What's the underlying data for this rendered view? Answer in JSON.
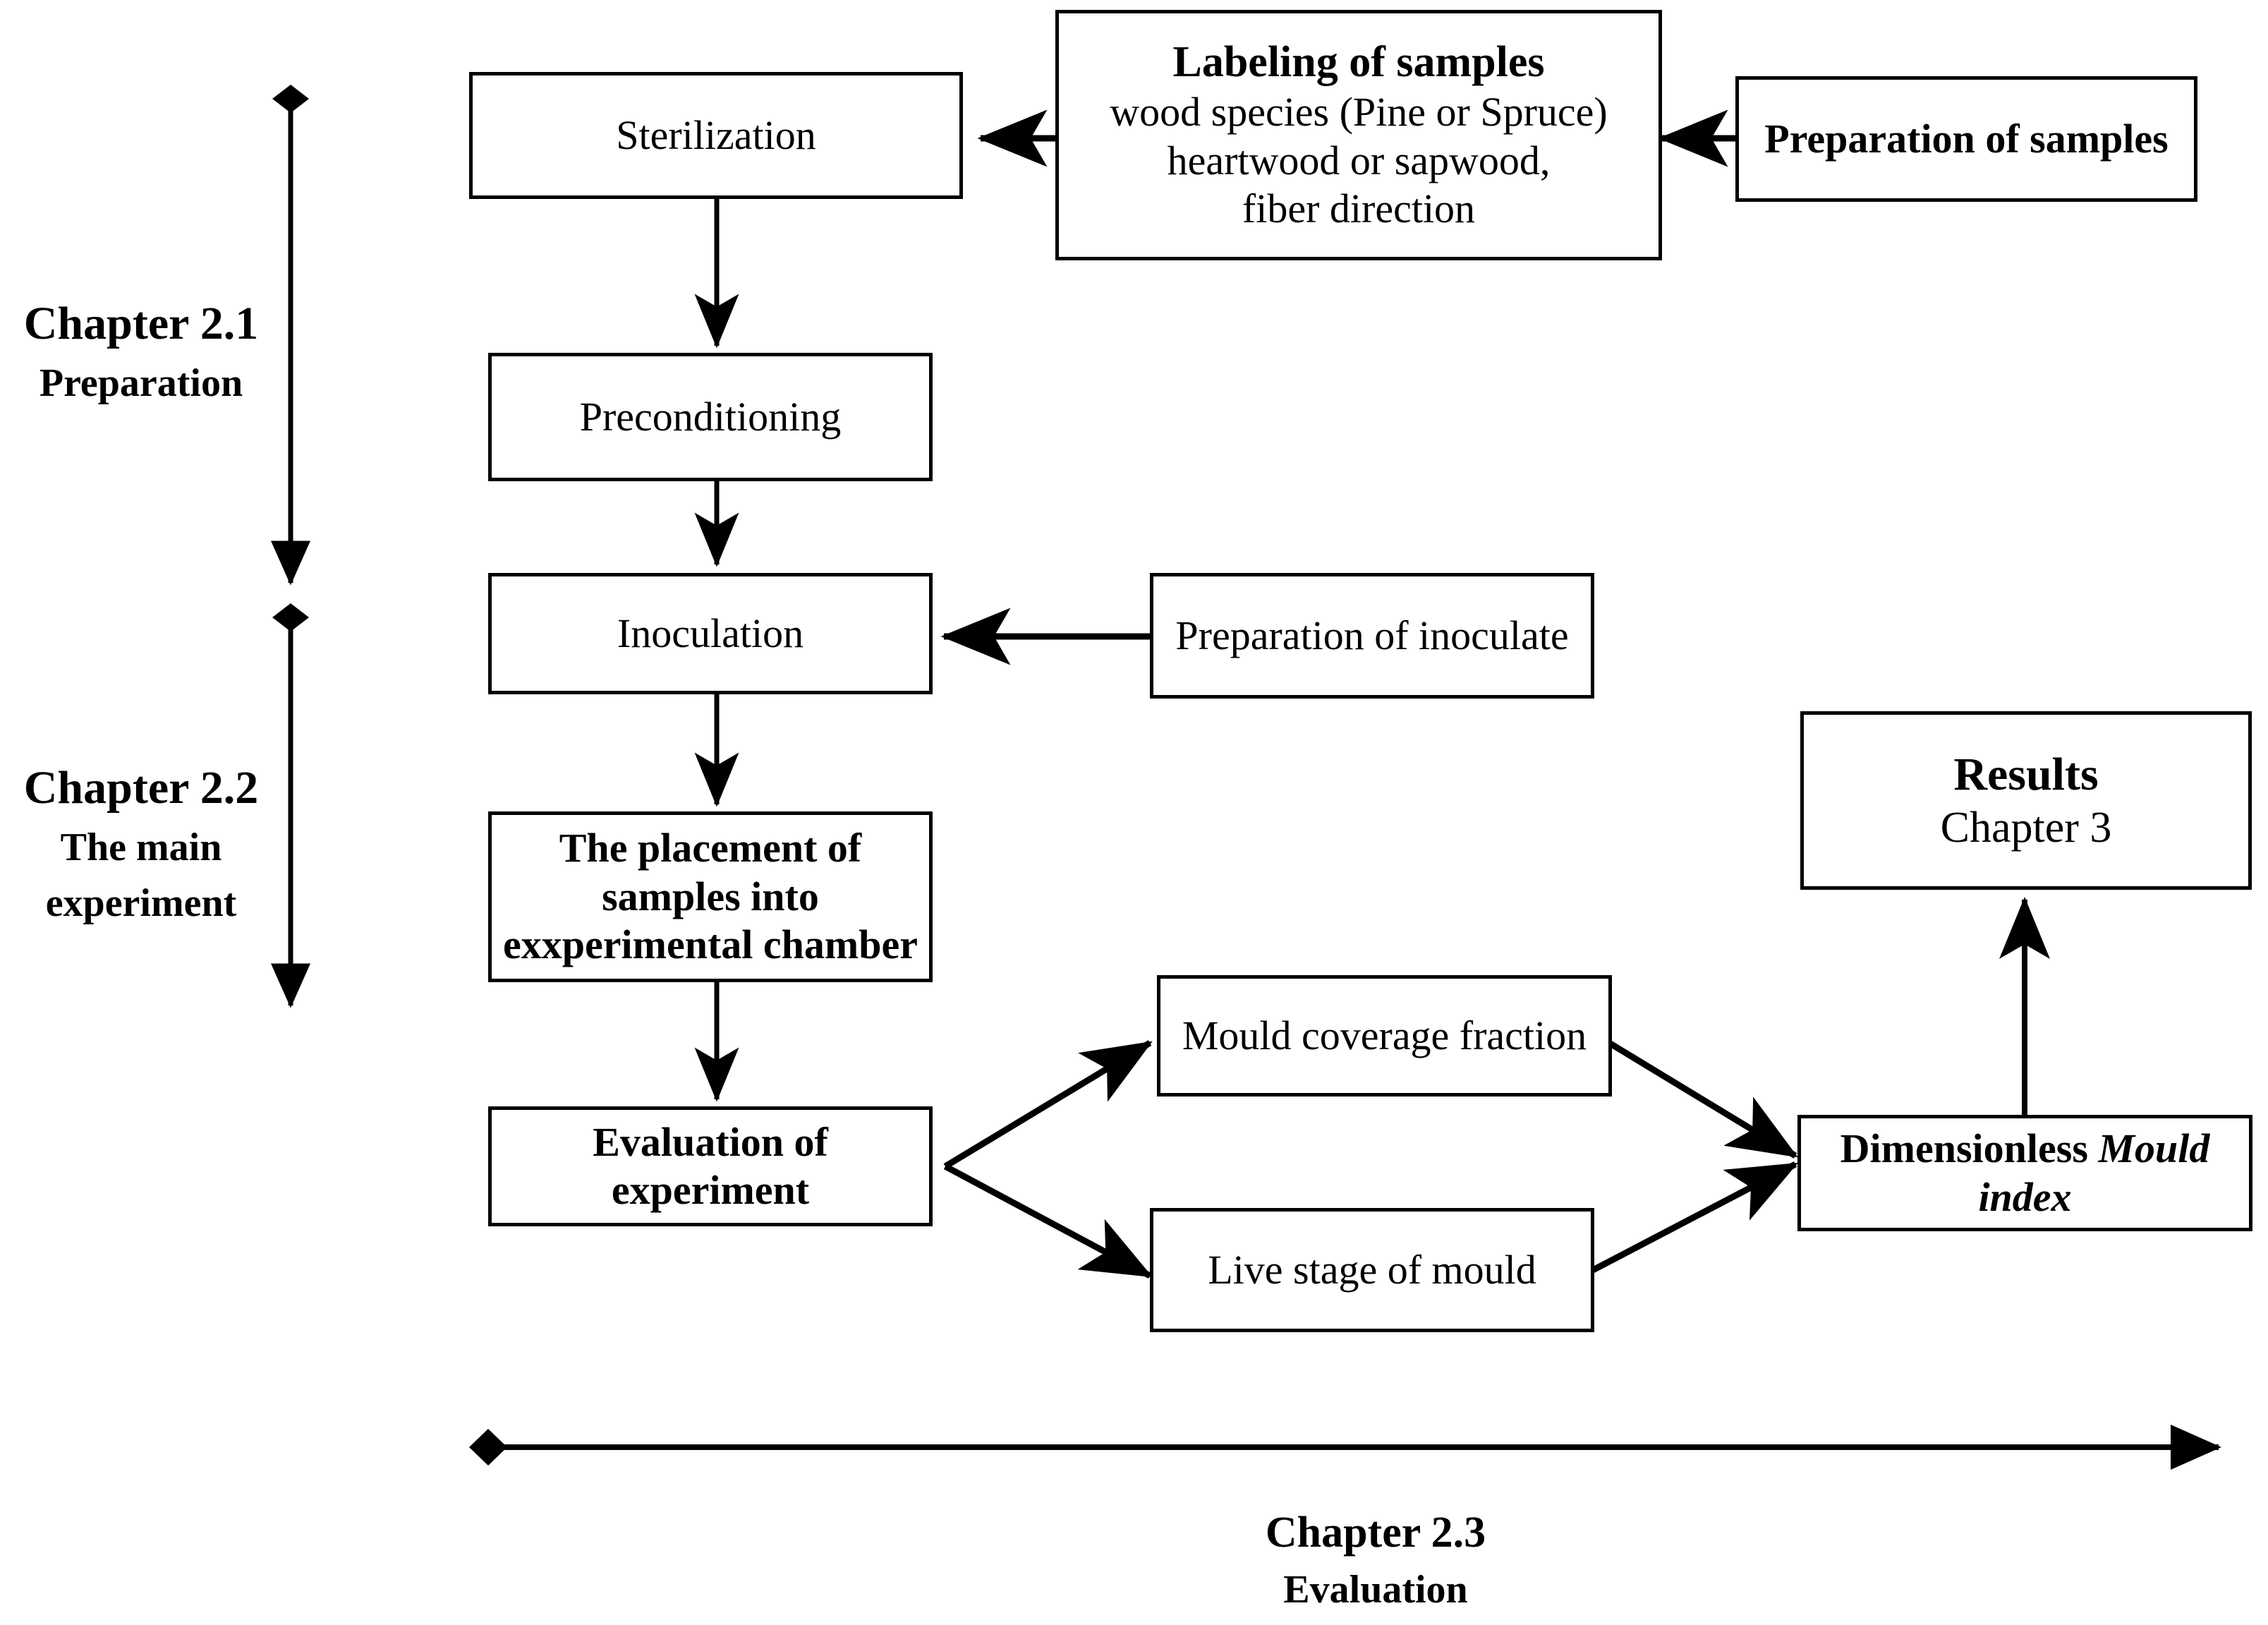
{
  "diagram": {
    "title": "Experimental procedure flowchart",
    "stroke_color": "#000000",
    "background_color": "#ffffff"
  },
  "nodes": {
    "sterilization": {
      "label": "Sterilization"
    },
    "preconditioning": {
      "label": "Preconditioning"
    },
    "inoculation": {
      "label": "Inoculation"
    },
    "placement": {
      "line1": "The placement of",
      "line2": "samples into",
      "line3": "exxperimental chamber"
    },
    "evaluation": {
      "line1": "Evaluation of",
      "line2": "experiment"
    },
    "labeling": {
      "heading": "Labeling of samples",
      "line1": "wood species (Pine or Spruce)",
      "line2": "heartwood or sapwood,",
      "line3": "fiber direction"
    },
    "preparation_samples": {
      "label": "Preparation of samples"
    },
    "preparation_inoculate": {
      "label": "Preparation of inoculate"
    },
    "mould_coverage": {
      "label": "Mould coverage fraction"
    },
    "live_stage": {
      "label": "Live stage of mould"
    },
    "mould_index": {
      "line1_plain": "Dimensionless ",
      "line1_italic": "Mould",
      "line2_italic": "index"
    },
    "results": {
      "heading": "Results",
      "subtitle": "Chapter 3"
    }
  },
  "chapters": {
    "ch21": {
      "title": "Chapter 2.1",
      "subtitle": "Preparation"
    },
    "ch22": {
      "title": "Chapter 2.2",
      "subtitle_line1": "The main",
      "subtitle_line2": "experiment"
    },
    "ch23": {
      "title": "Chapter 2.3",
      "subtitle": "Evaluation"
    }
  }
}
